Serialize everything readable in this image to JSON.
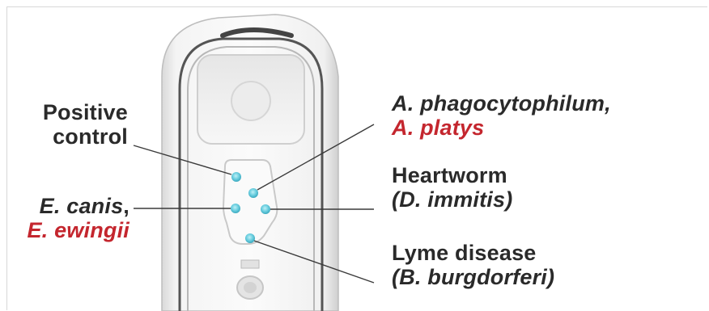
{
  "labels": {
    "positive_control": {
      "line1": "Positive",
      "line2": "control"
    },
    "ehrlichia": {
      "line1": "E. canis",
      "line1_suffix": ",",
      "line2": "E. ewingii"
    },
    "anaplasma": {
      "line1": "A. phagocytophilum,",
      "line2": "A. platys"
    },
    "heartworm": {
      "line1": "Heartworm",
      "line2": "(D. immitis)"
    },
    "lyme": {
      "line1": "Lyme disease",
      "line2": "(B. burgdorferi)"
    }
  },
  "colors": {
    "text": "#2a2a2a",
    "accent_red": "#c4262e",
    "spot": "#5cc4d6",
    "device_body": "#f2f2f2",
    "device_shadow": "#cfcfcf",
    "leader_line": "#3a3a3a"
  }
}
